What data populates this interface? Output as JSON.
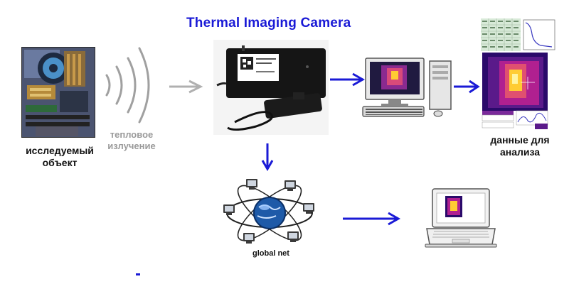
{
  "title": "Thermal Imaging  Camera",
  "object_label": [
    "исследуемый",
    "объект"
  ],
  "radiation_label": [
    "тепловое",
    "излучение"
  ],
  "analysis_label": [
    "данные для",
    "анализа"
  ],
  "network_label": "global net",
  "colors": {
    "title": "#1a1ad6",
    "arrow_blue": "#1a1ad6",
    "arrow_gray": "#b0b0b0",
    "thermal_hot": "#ffcc33",
    "thermal_mid": "#c8208a",
    "thermal_cold": "#2a0a6a"
  },
  "icons": [
    "computer-motherboard-photo",
    "radiation-waves-icon",
    "thermal-camera-photo",
    "desktop-computer-icon",
    "thermogram-screen",
    "network-globe-icon",
    "laptop-icon"
  ]
}
